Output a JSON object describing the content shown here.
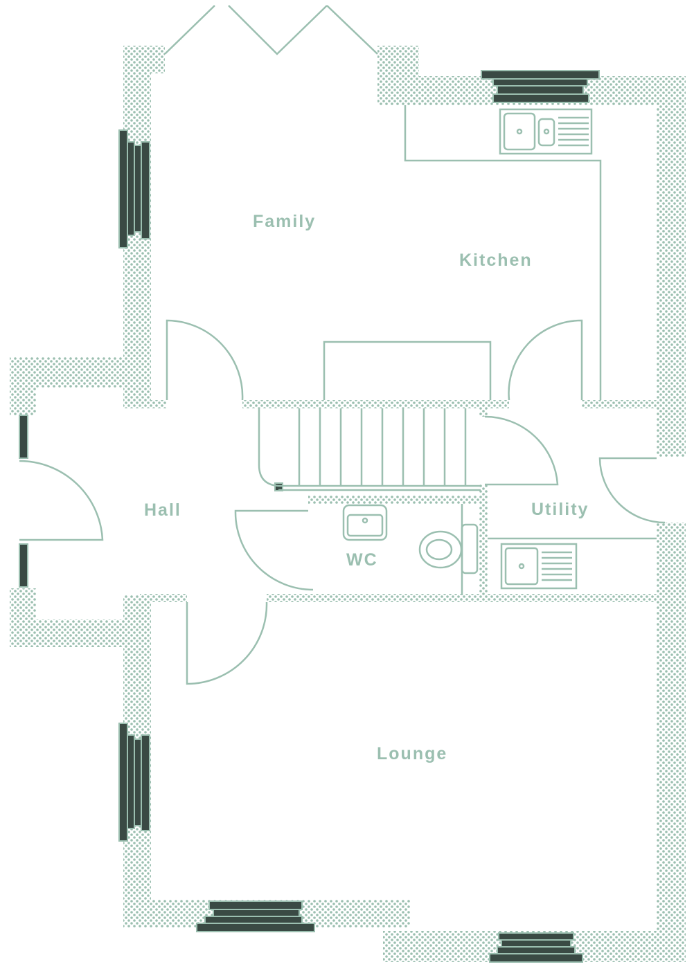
{
  "colors": {
    "line": "#9bbfb0",
    "dark": "#3a4a44",
    "wall": "#9bbfb0"
  },
  "rooms": {
    "family": "Family",
    "kitchen": "Kitchen",
    "hall": "Hall",
    "utility": "Utility",
    "wc": "WC",
    "lounge": "Lounge"
  }
}
